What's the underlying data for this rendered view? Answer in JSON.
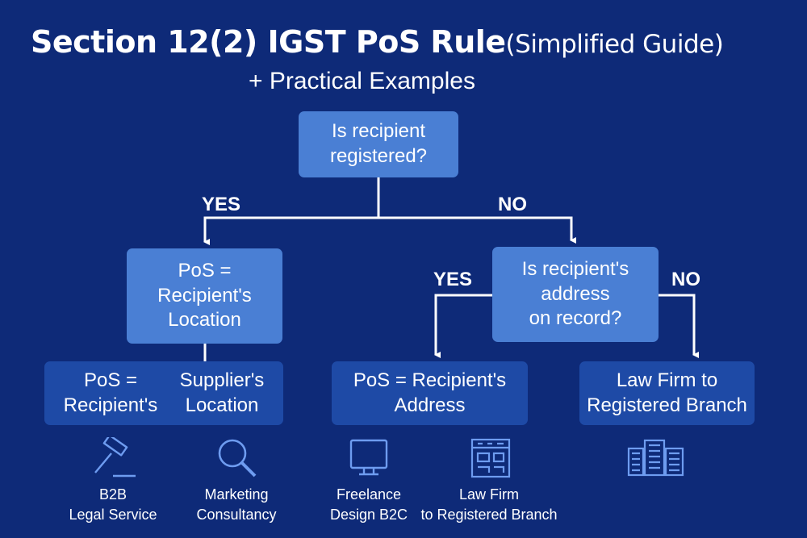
{
  "title": {
    "main": "Section 12(2) IGST PoS Rule",
    "paren": "(Simplified Guide)",
    "subtitle": "+ Practical Examples"
  },
  "nodes": {
    "q1": [
      "Is recipient",
      "registered?"
    ],
    "pos_location": [
      "PoS =",
      "Recipient's",
      "Location"
    ],
    "q2": [
      "Is recipient's",
      "address",
      "on record?"
    ],
    "split_box": {
      "left": [
        "PoS =",
        "Recipient's"
      ],
      "right": [
        "Supplier's",
        "Location"
      ]
    },
    "pos_address": [
      "PoS = Recipient's",
      "Address"
    ],
    "law_firm": [
      "Law Firm to",
      "Registered Branch"
    ]
  },
  "edge_labels": {
    "q1_yes": "YES",
    "q1_no": "NO",
    "q2_yes": "YES",
    "q2_no": "NO"
  },
  "examples": [
    {
      "icon": "gavel-icon",
      "lines": [
        "B2B",
        "Legal Service"
      ]
    },
    {
      "icon": "magnifier-icon",
      "lines": [
        "Marketing",
        "Consultancy"
      ]
    },
    {
      "icon": "monitor-icon",
      "lines": [
        "Freelance",
        "Design B2C"
      ]
    },
    {
      "icon": "floor-plan-icon",
      "lines": [
        "Law Firm",
        "to Registered Branch"
      ]
    },
    {
      "icon": "buildings-icon",
      "lines": []
    }
  ],
  "colors": {
    "background": "#0e2a78",
    "box_light": "#4a7fd4",
    "box_dark": "#1e4aa6",
    "line": "#ffffff",
    "icon": "#6e9cf0"
  }
}
